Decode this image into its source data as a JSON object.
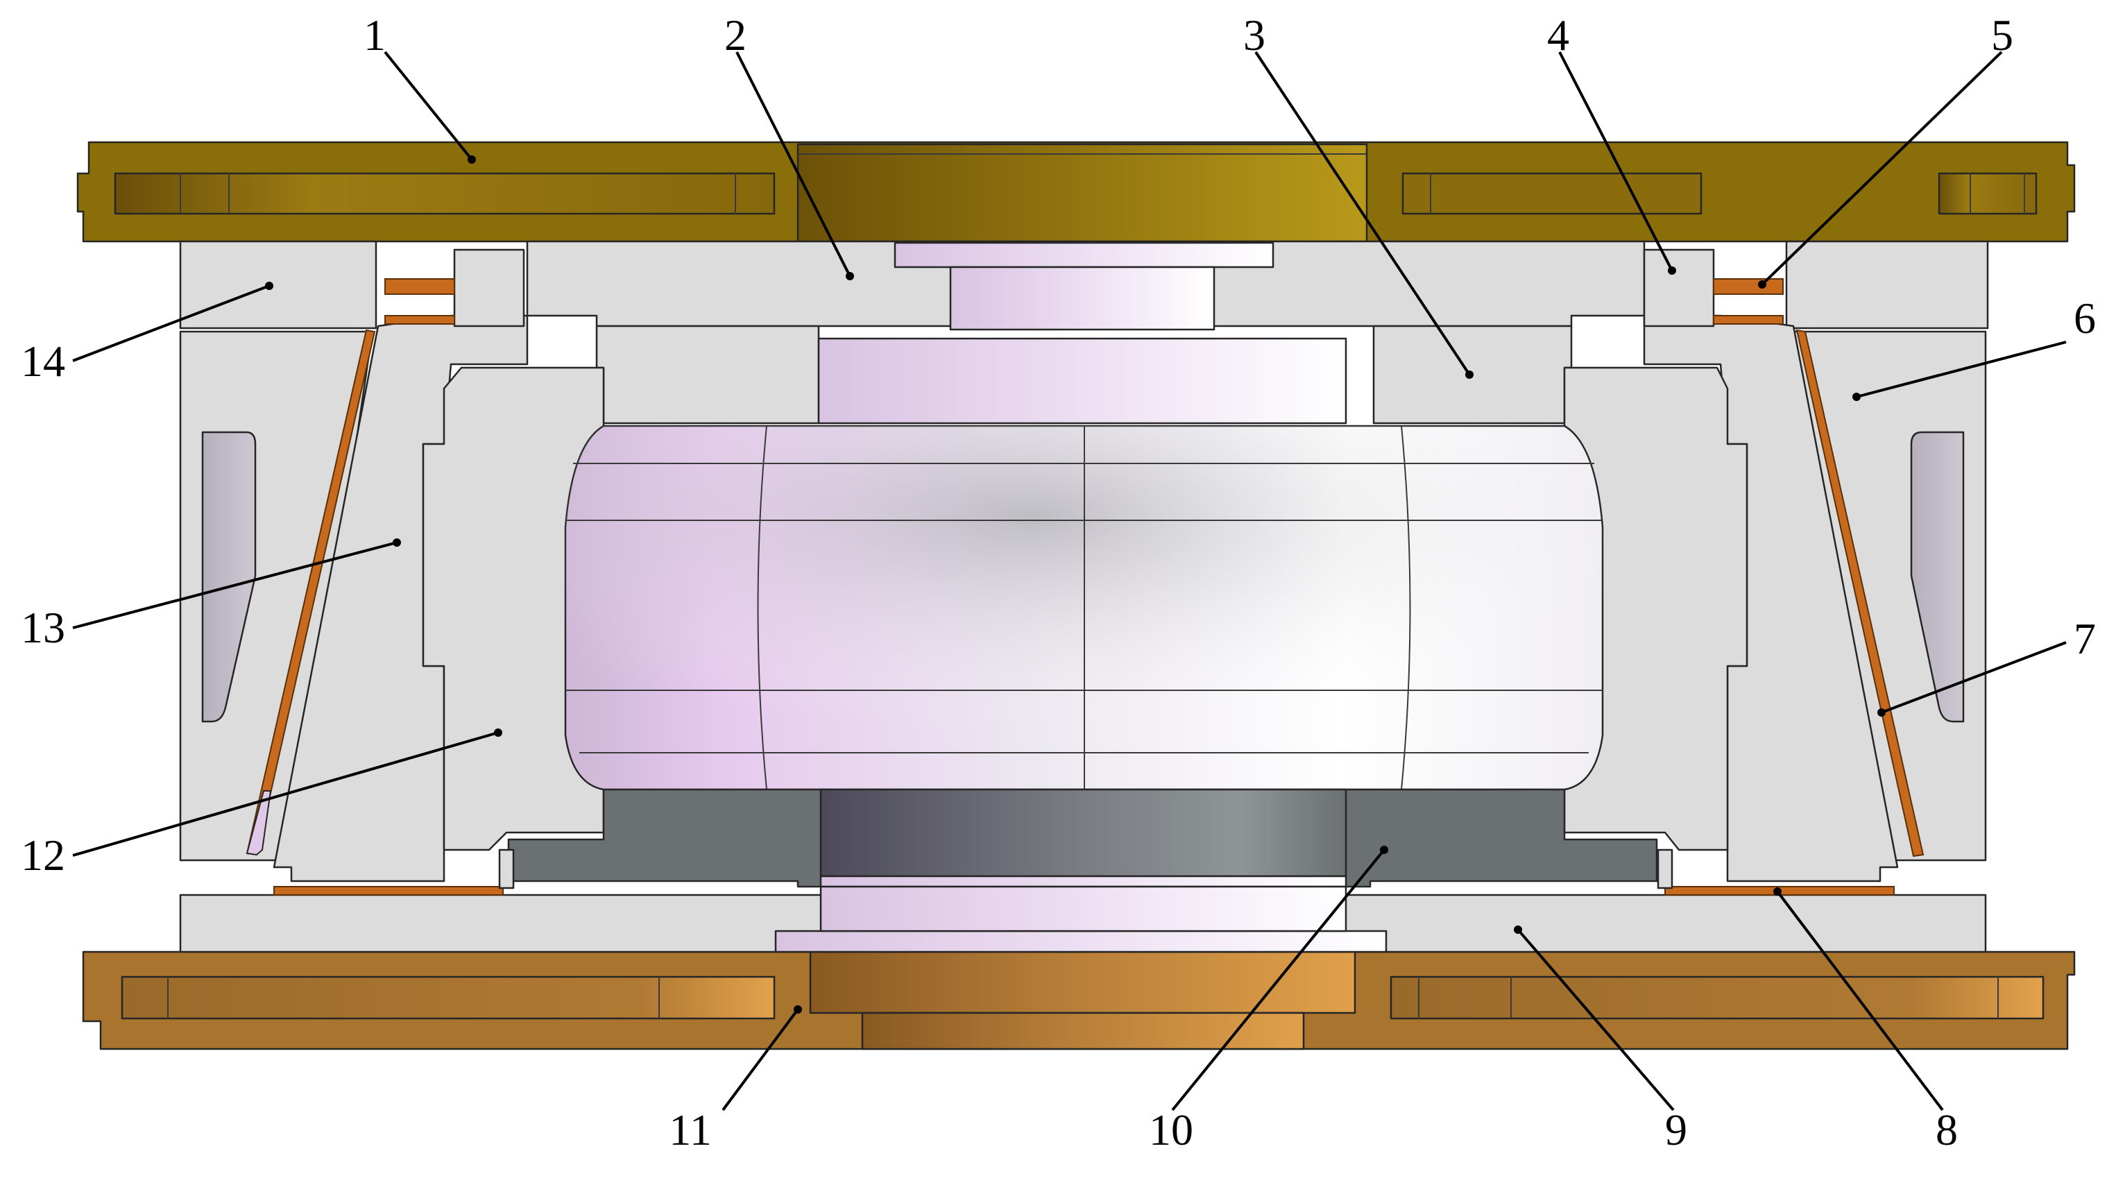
{
  "callouts": [
    {
      "id": 1,
      "text": "1"
    },
    {
      "id": 2,
      "text": "2"
    },
    {
      "id": 3,
      "text": "3"
    },
    {
      "id": 4,
      "text": "4"
    },
    {
      "id": 5,
      "text": "5"
    },
    {
      "id": 6,
      "text": "6"
    },
    {
      "id": 7,
      "text": "7"
    },
    {
      "id": 8,
      "text": "8"
    },
    {
      "id": 9,
      "text": "9"
    },
    {
      "id": 10,
      "text": "10"
    },
    {
      "id": 11,
      "text": "11"
    },
    {
      "id": 12,
      "text": "12"
    },
    {
      "id": 13,
      "text": "13"
    },
    {
      "id": 14,
      "text": "14"
    }
  ],
  "colors": {
    "top_plate": "#8a6e0a",
    "top_plate_light": "#b39414",
    "bottom_plate": "#a8742e",
    "bottom_plate_light": "#d1953e",
    "body_grey": "#dcdcdc",
    "dark_grey": "#6b7172",
    "slot_grey": "#c3bfc8",
    "copper": "#c86a1e",
    "cylinder_tint": "#e2c7ea"
  }
}
